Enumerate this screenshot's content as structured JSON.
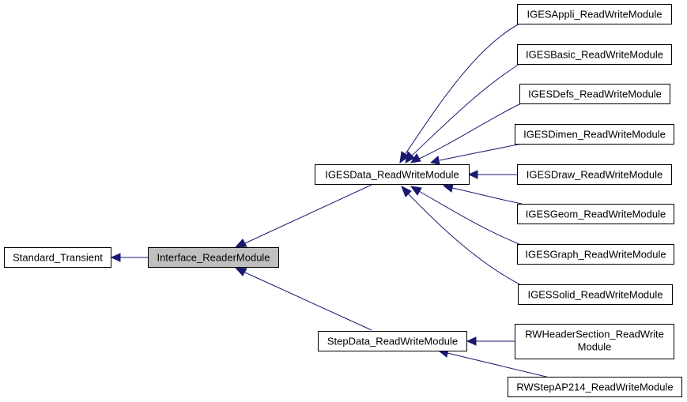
{
  "nodes": {
    "standard_transient": {
      "label": "Standard_Transient"
    },
    "interface_readermodule": {
      "label": "Interface_ReaderModule"
    },
    "igesdata_readwritemodule": {
      "label": "IGESData_ReadWriteModule"
    },
    "stepdata_readwritemodule": {
      "label": "StepData_ReadWriteModule"
    },
    "igesappli_readwritemodule": {
      "label": "IGESAppli_ReadWriteModule"
    },
    "igesbasic_readwritemodule": {
      "label": "IGESBasic_ReadWriteModule"
    },
    "igesdefs_readwritemodule": {
      "label": "IGESDefs_ReadWriteModule"
    },
    "igesdimen_readwritemodule": {
      "label": "IGESDimen_ReadWriteModule"
    },
    "igesdraw_readwritemodule": {
      "label": "IGESDraw_ReadWriteModule"
    },
    "igesgeom_readwritemodule": {
      "label": "IGESGeom_ReadWriteModule"
    },
    "igesgraph_readwritemodule": {
      "label": "IGESGraph_ReadWriteModule"
    },
    "igessolid_readwritemodule": {
      "label": "IGESSolid_ReadWriteModule"
    },
    "rwheadersection_readwritemodule": {
      "label_line1": "RWHeaderSection_ReadWrite",
      "label_line2": "Module"
    },
    "rwstepap214_readwritemodule": {
      "label": "RWStepAP214_ReadWriteModule"
    }
  },
  "colors": {
    "edge": "#191970",
    "highlight_fill": "#bfbfbf",
    "node_fill": "#ffffff",
    "node_stroke": "#000000"
  }
}
